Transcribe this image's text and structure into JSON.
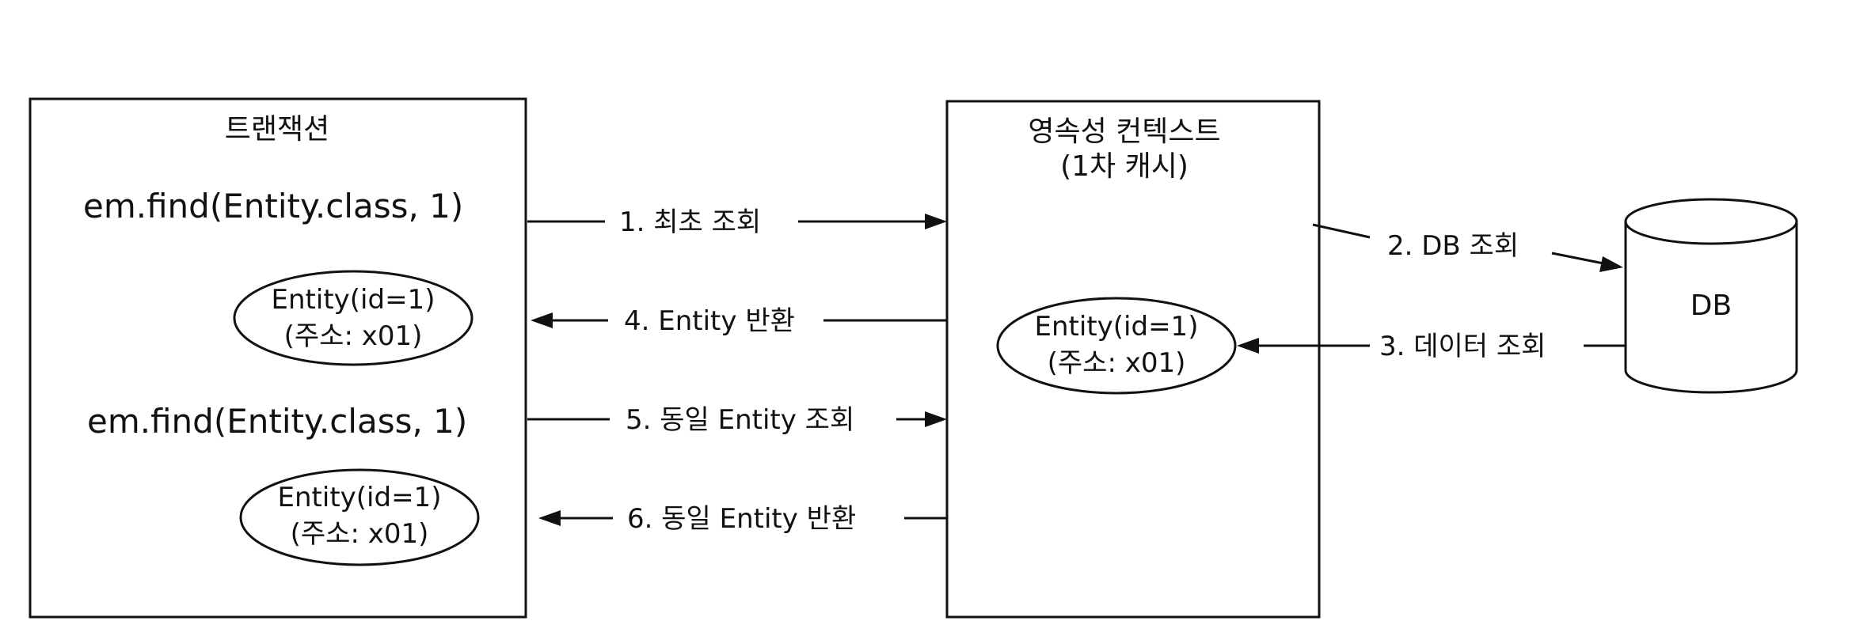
{
  "transaction": {
    "title": "트랜잭션",
    "find_call_1": "em.find(Entity.class, 1)",
    "find_call_2": "em.find(Entity.class, 1)",
    "entity_1": {
      "line1": "Entity(id=1)",
      "line2": "(주소: x01)"
    },
    "entity_2": {
      "line1": "Entity(id=1)",
      "line2": "(주소: x01)"
    }
  },
  "persistence_context": {
    "title_line1": "영속성 컨텍스트",
    "title_line2": "(1차 캐시)",
    "entity": {
      "line1": "Entity(id=1)",
      "line2": "(주소: x01)"
    }
  },
  "database": {
    "label": "DB"
  },
  "steps": {
    "s1": "1. 최초 조회",
    "s2": "2. DB 조회",
    "s3": "3. 데이터 조회",
    "s4": "4. Entity 반환",
    "s5": "5. 동일 Entity 조회",
    "s6": "6. 동일 Entity 반환"
  }
}
